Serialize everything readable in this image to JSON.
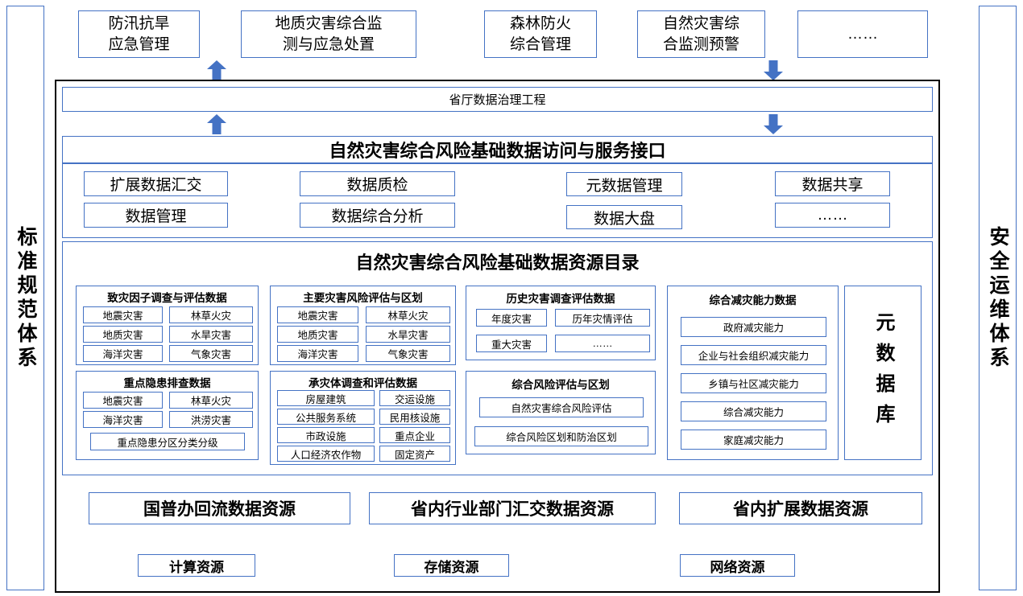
{
  "colors": {
    "accent": "#4472C4",
    "outline": "#000000"
  },
  "left_bar": {
    "label": "标准规范体系"
  },
  "right_bar": {
    "label": "安全运维体系"
  },
  "top_apps": [
    "防汛抗旱\n应急管理",
    "地质灾害综合监\n测与应急处置",
    "森林防火\n综合管理",
    "自然灾害综\n合监测预警",
    "……"
  ],
  "governance_bar": {
    "label": "省厅数据治理工程"
  },
  "service_interface": {
    "title": "自然灾害综合风险基础数据访问与服务接口"
  },
  "services": {
    "row1": [
      "扩展数据汇交",
      "数据质检",
      "元数据管理",
      "数据共享"
    ],
    "row2": [
      "数据管理",
      "数据综合分析",
      "数据大盘",
      "……"
    ]
  },
  "catalog": {
    "title": "自然灾害综合风险基础数据资源目录",
    "hazard_factor": {
      "title": "致灾因子调查与评估数据",
      "items": [
        "地震灾害",
        "林草火灾",
        "地质灾害",
        "水旱灾害",
        "海洋灾害",
        "气象灾害"
      ]
    },
    "main_risk": {
      "title": "主要灾害风险评估与区划",
      "items": [
        "地震灾害",
        "林草火灾",
        "地质灾害",
        "水旱灾害",
        "海洋灾害",
        "气象灾害"
      ]
    },
    "history": {
      "title": "历史灾害调查评估数据",
      "items": [
        "年度灾害",
        "历年灾情评估",
        "重大灾害",
        "……"
      ]
    },
    "mitigation": {
      "title": "综合减灾能力数据",
      "items": [
        "政府减灾能力",
        "企业与社会组织减灾能力",
        "乡镇与社区减灾能力",
        "综合减灾能力",
        "家庭减灾能力"
      ]
    },
    "hidden_danger": {
      "title": "重点隐患排查数据",
      "items": [
        "地震灾害",
        "林草火灾",
        "海洋灾害",
        "洪涝灾害"
      ],
      "wide_item": "重点隐患分区分类分级"
    },
    "bearing_body": {
      "title": "承灾体调查和评估数据",
      "items": [
        "房屋建筑",
        "交运设施",
        "公共服务系统",
        "民用核设施",
        "市政设施",
        "重点企业",
        "人口经济农作物",
        "固定资产"
      ]
    },
    "comprehensive_risk": {
      "title": "综合风险评估与区划",
      "items": [
        "自然灾害综合风险评估",
        "综合风险区划和防治区划"
      ]
    },
    "metadata_db": "元数据库"
  },
  "data_sources": [
    "国普办回流数据资源",
    "省内行业部门汇交数据资源",
    "省内扩展数据资源"
  ],
  "infrastructure": [
    "计算资源",
    "存储资源",
    "网络资源"
  ]
}
